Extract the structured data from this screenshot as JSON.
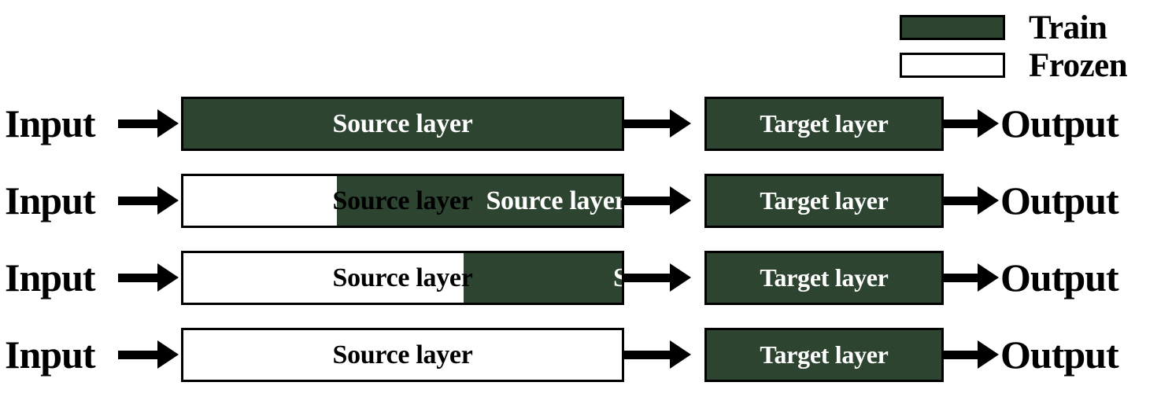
{
  "figure": {
    "title": "Layer-wise freezing transfer-learning schemes",
    "colors": {
      "train_green": "#2C4430",
      "frozen_white": "#FFFFFF",
      "stroke_black": "#000000"
    }
  },
  "legend": {
    "items": [
      {
        "label": "Train",
        "swatch": "train",
        "fill": "#2C4430"
      },
      {
        "label": "Frozen",
        "swatch": "frozen",
        "fill": "#FFFFFF"
      }
    ]
  },
  "pipeline": {
    "input_label": "Input",
    "output_label": "Output",
    "source_label": "Source layer",
    "target_label": "Target layer",
    "rows": [
      {
        "id": "row-1",
        "source_train_percent": 100,
        "source_frozen_percent": 0,
        "target_train_percent": 100
      },
      {
        "id": "row-2",
        "source_train_percent": 65,
        "source_frozen_percent": 35,
        "target_train_percent": 100
      },
      {
        "id": "row-3",
        "source_train_percent": 36,
        "source_frozen_percent": 64,
        "target_train_percent": 100
      },
      {
        "id": "row-4",
        "source_train_percent": 0,
        "source_frozen_percent": 100,
        "target_train_percent": 100
      }
    ]
  },
  "icons": {
    "arrow": "right-arrow-icon"
  }
}
